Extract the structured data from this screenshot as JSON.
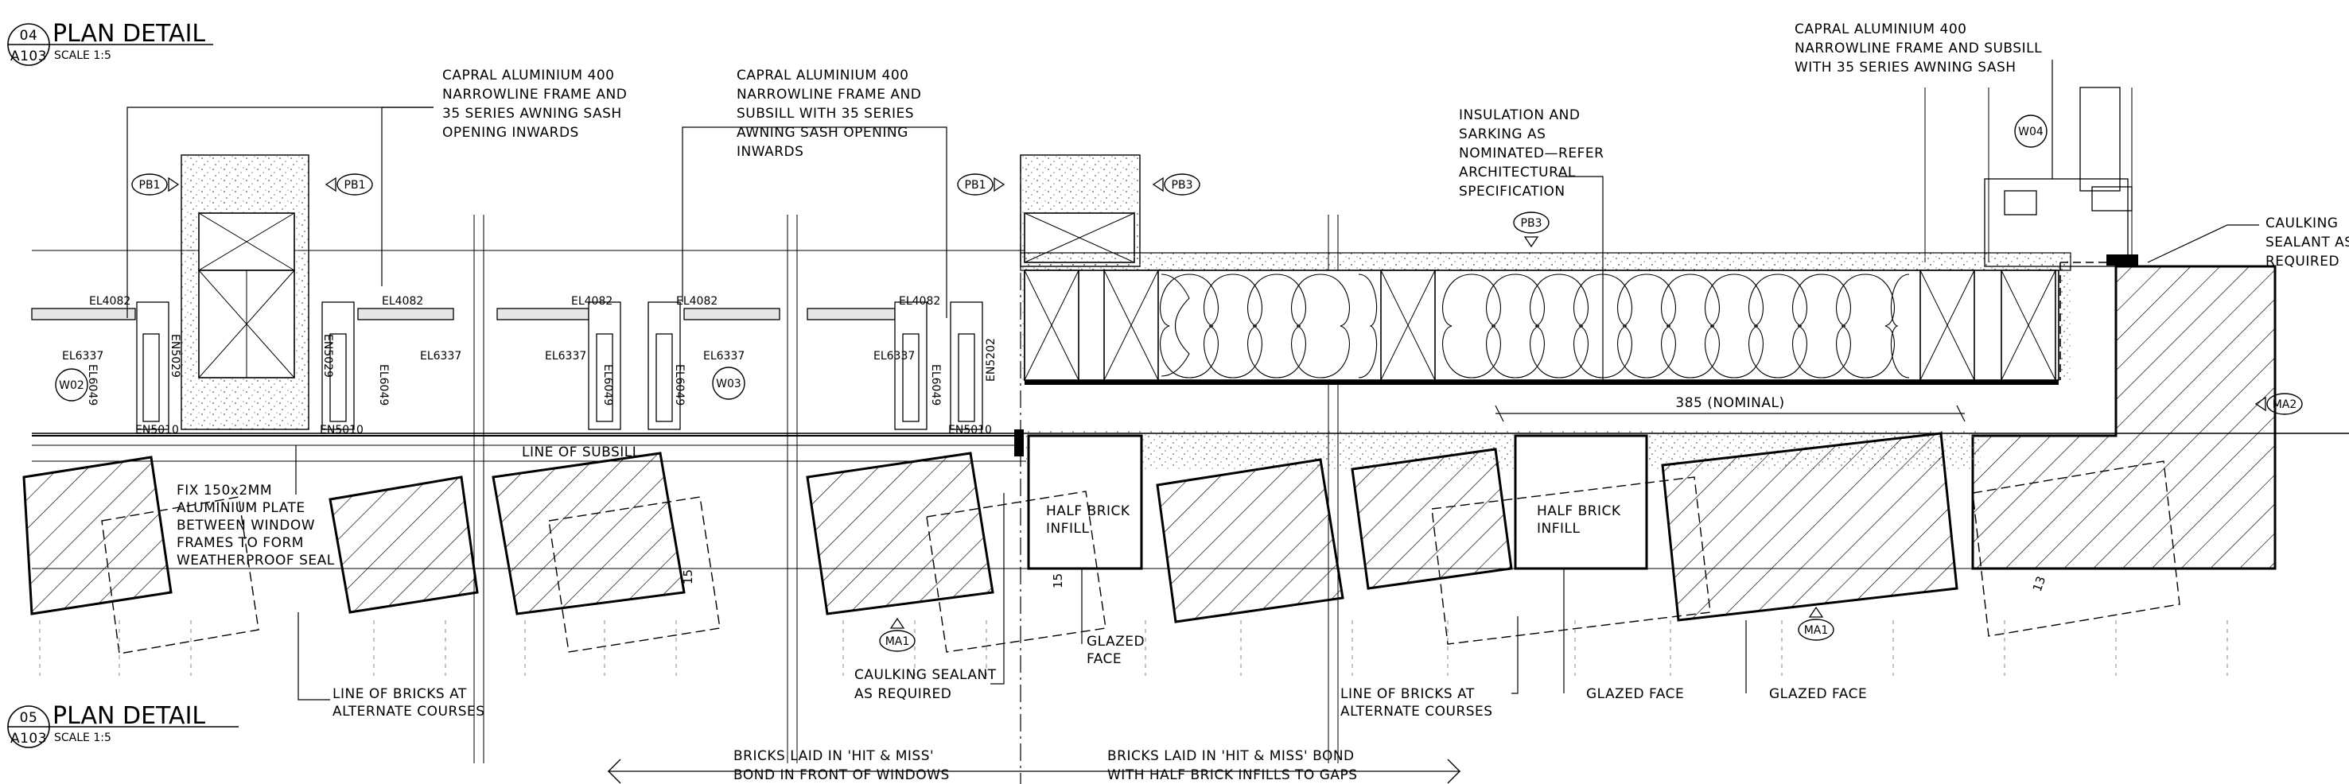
{
  "detail_04": {
    "number": "04",
    "sheet": "A103",
    "title": "PLAN DETAIL",
    "scale": "SCALE 1:5"
  },
  "detail_05": {
    "number": "05",
    "sheet": "A103",
    "title": "PLAN DETAIL",
    "scale": "SCALE 1:5"
  },
  "notes": {
    "frame1": [
      "CAPRAL ALUMINIUM 400",
      "NARROWLINE FRAME AND",
      "35 SERIES AWNING SASH",
      "OPENING INWARDS"
    ],
    "frame2": [
      "CAPRAL ALUMINIUM 400",
      "NARROWLINE FRAME AND",
      "SUBSILL WITH 35 SERIES",
      "AWNING SASH OPENING",
      "INWARDS"
    ],
    "frame3": [
      "CAPRAL ALUMINIUM 400",
      "NARROWLINE FRAME AND SUBSILL",
      "WITH 35 SERIES AWNING SASH"
    ],
    "insulation": [
      "INSULATION AND",
      "SARKING AS",
      "NOMINATED—REFER",
      "ARCHITECTURAL",
      "SPECIFICATION"
    ],
    "caulk_right": [
      "CAULKING",
      "SEALANT AS",
      "REQUIRED"
    ],
    "plate": [
      "FIX 150x2MM",
      "ALUMINIUM PLATE",
      "BETWEEN WINDOW",
      "FRAMES TO FORM",
      "WEATHERPROOF SEAL"
    ],
    "bricks_left": [
      "LINE OF BRICKS AT",
      "ALTERNATE COURSES"
    ],
    "bricks_right": [
      "LINE OF BRICKS AT",
      "ALTERNATE COURSES"
    ],
    "caulk_mid": [
      "CAULKING SEALANT",
      "AS REQUIRED"
    ],
    "glazed_1": [
      "GLAZED",
      "FACE"
    ],
    "glazed_2": "GLAZED FACE",
    "glazed_3": "GLAZED FACE",
    "half_brick_1": [
      "HALF BRICK",
      "INFILL"
    ],
    "half_brick_2": [
      "HALF BRICK",
      "INFILL"
    ],
    "subsill": "LINE OF SUBSILL",
    "bond_left": [
      "BRICKS LAID IN 'HIT & MISS'",
      "BOND IN FRONT OF WINDOWS"
    ],
    "bond_right": [
      "BRICKS LAID IN 'HIT & MISS' BOND",
      "WITH HALF BRICK INFILLS TO GAPS"
    ]
  },
  "tags": {
    "pb1": "PB1",
    "pb3": "PB3",
    "ma1": "MA1",
    "ma2": "MA2",
    "w02": "W02",
    "w03": "W03",
    "w04": "W04"
  },
  "parts": {
    "el4082": "EL4082",
    "el6337": "EL6337",
    "el6049": "EL6049",
    "en5029": "EN5029",
    "en5010": "EN5010",
    "en5202": "EN5202"
  },
  "dims": {
    "nominal": "385 (NOMINAL)",
    "d15": "15",
    "d13": "13"
  }
}
